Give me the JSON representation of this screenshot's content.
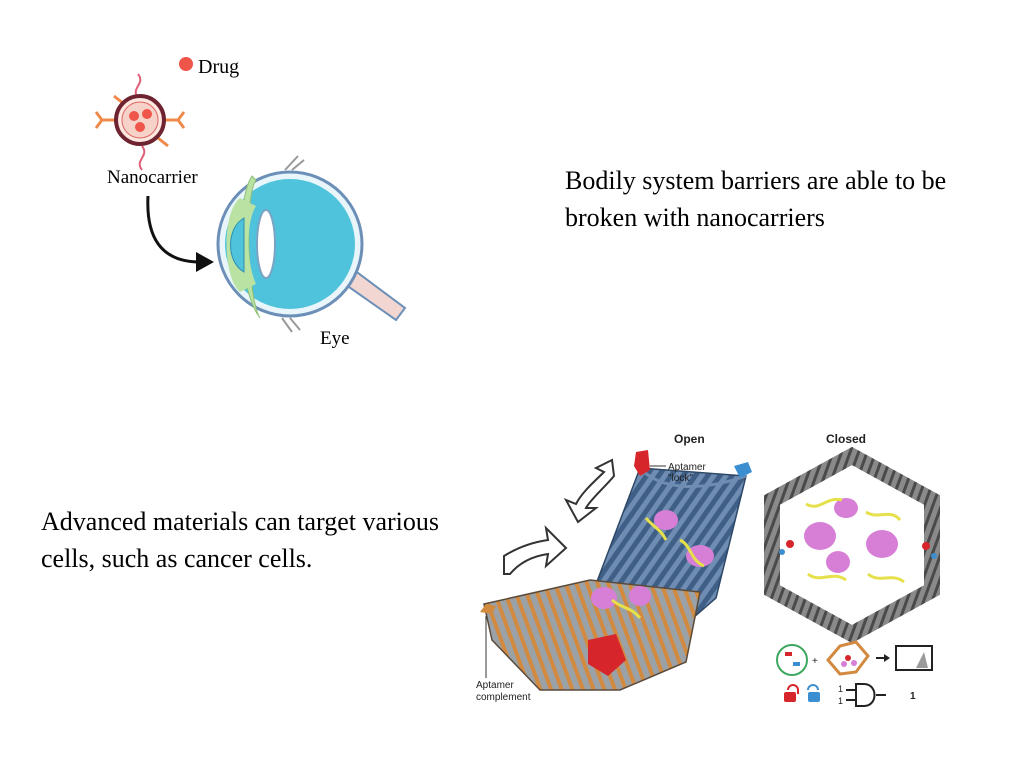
{
  "slide": {
    "text_top": "Bodily system barriers are able to be broken with nanocarriers",
    "text_bottom": "Advanced materials can target various cells, such as cancer cells."
  },
  "eye_figure": {
    "drug_label": "Drug",
    "nanocarrier_label": "Nanocarrier",
    "eye_label": "Eye"
  },
  "dna_figure": {
    "open_label": "Open",
    "closed_label": "Closed",
    "aptamer_lock_line1": "Aptamer",
    "aptamer_lock_line2": "\"lock\"",
    "aptamer_complement_line1": "Aptamer",
    "aptamer_complement_line2": "complement",
    "logic_input_a": "1",
    "logic_input_b": "1",
    "logic_output": "1"
  },
  "colors": {
    "drug": "#f0554a",
    "eye_blue": "#4fc3dc",
    "eye_green": "#b9e2a3",
    "nanocarrier_ligand": "#f08a4a",
    "lock_red": "#d7262b",
    "lock_blue": "#3b8fd1",
    "payload_pink": "#d77fd6",
    "strand_yellow": "#e6e04a",
    "dna_blue": "#5b7ea8",
    "dna_orange": "#d28a40",
    "dna_grey": "#8a8a8a"
  }
}
